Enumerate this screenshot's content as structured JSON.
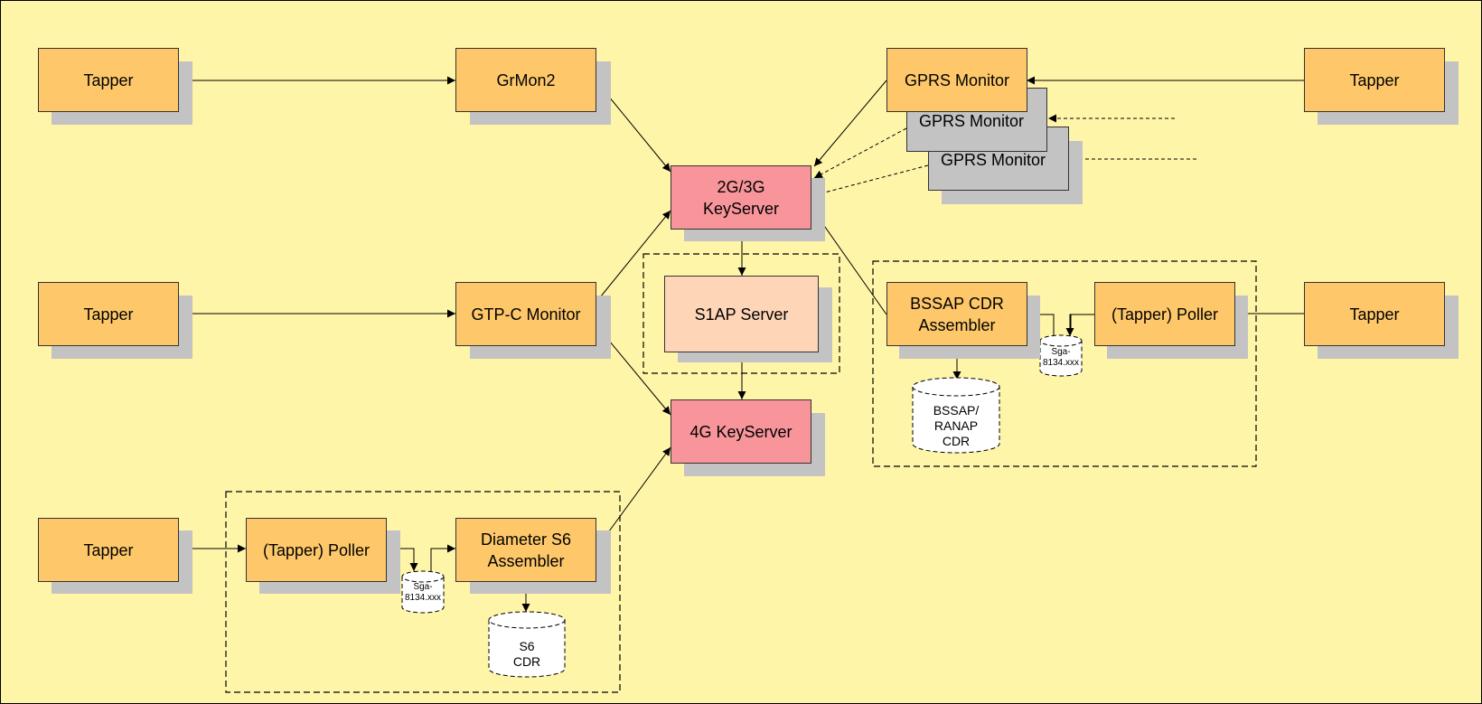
{
  "nodes": {
    "tapper_1": "Tapper",
    "tapper_2": "Tapper",
    "tapper_3": "Tapper",
    "tapper_4": "Tapper",
    "tapper_5": "Tapper",
    "grmon2": "GrMon2",
    "gtpc_monitor": "GTP-C Monitor",
    "keyserver_2g3g": "2G/3G\nKeyServer",
    "s1ap_server": "S1AP Server",
    "keyserver_4g": "4G KeyServer",
    "gprs_monitor_1": "GPRS Monitor",
    "gprs_monitor_2": "GPRS Monitor",
    "gprs_monitor_3": "GPRS Monitor",
    "bssap_assembler": "BSSAP CDR\nAssembler",
    "poller_right": "(Tapper) Poller",
    "poller_bottom": "(Tapper) Poller",
    "diameter_assembler": "Diameter S6\nAssembler"
  },
  "storage": {
    "sga_right": "Sga-\n8134.xxx",
    "sga_bottom": "Sga-\n8134.xxx",
    "bssap_cdr": "BSSAP/\nRANAP\nCDR",
    "s6_cdr": "S6\nCDR"
  },
  "colors": {
    "background": "#fff5a8",
    "component": "#fec86a",
    "keyserver": "#f8959a",
    "s1ap": "#ffd5b8",
    "replica": "#c3c3c3",
    "shadow": "#c3c3c3"
  }
}
